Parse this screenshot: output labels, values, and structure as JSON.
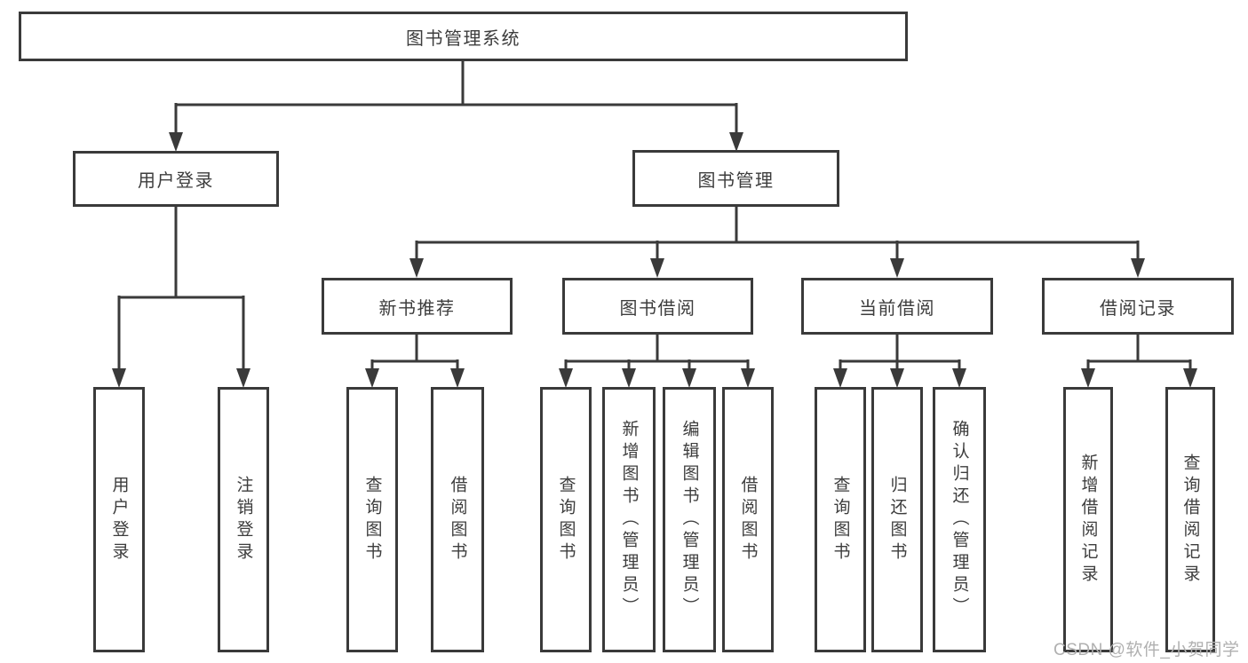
{
  "tree": {
    "label": "图书管理系统",
    "children": [
      {
        "label": "用户登录",
        "children": [
          {
            "label": "用户登录"
          },
          {
            "label": "注销登录"
          }
        ]
      },
      {
        "label": "图书管理",
        "children": [
          {
            "label": "新书推荐",
            "children": [
              {
                "label": "查询图书"
              },
              {
                "label": "借阅图书"
              }
            ]
          },
          {
            "label": "图书借阅",
            "children": [
              {
                "label": "查询图书"
              },
              {
                "label": "新增图书（管理员）"
              },
              {
                "label": "编辑图书（管理员）"
              },
              {
                "label": "借阅图书"
              }
            ]
          },
          {
            "label": "当前借阅",
            "children": [
              {
                "label": "查询图书"
              },
              {
                "label": "归还图书"
              },
              {
                "label": "确认归还（管理员）"
              }
            ]
          },
          {
            "label": "借阅记录",
            "children": [
              {
                "label": "新增借阅记录"
              },
              {
                "label": "查询借阅记录"
              }
            ]
          }
        ]
      }
    ]
  },
  "watermark": {
    "text": "CSDN @软件_小贺同学"
  },
  "colors": {
    "line": "#3a3a3a",
    "box_border": "#3a3a3a",
    "text": "#3d3d3d",
    "watermark": "#b0b0b0",
    "background": "#ffffff"
  }
}
